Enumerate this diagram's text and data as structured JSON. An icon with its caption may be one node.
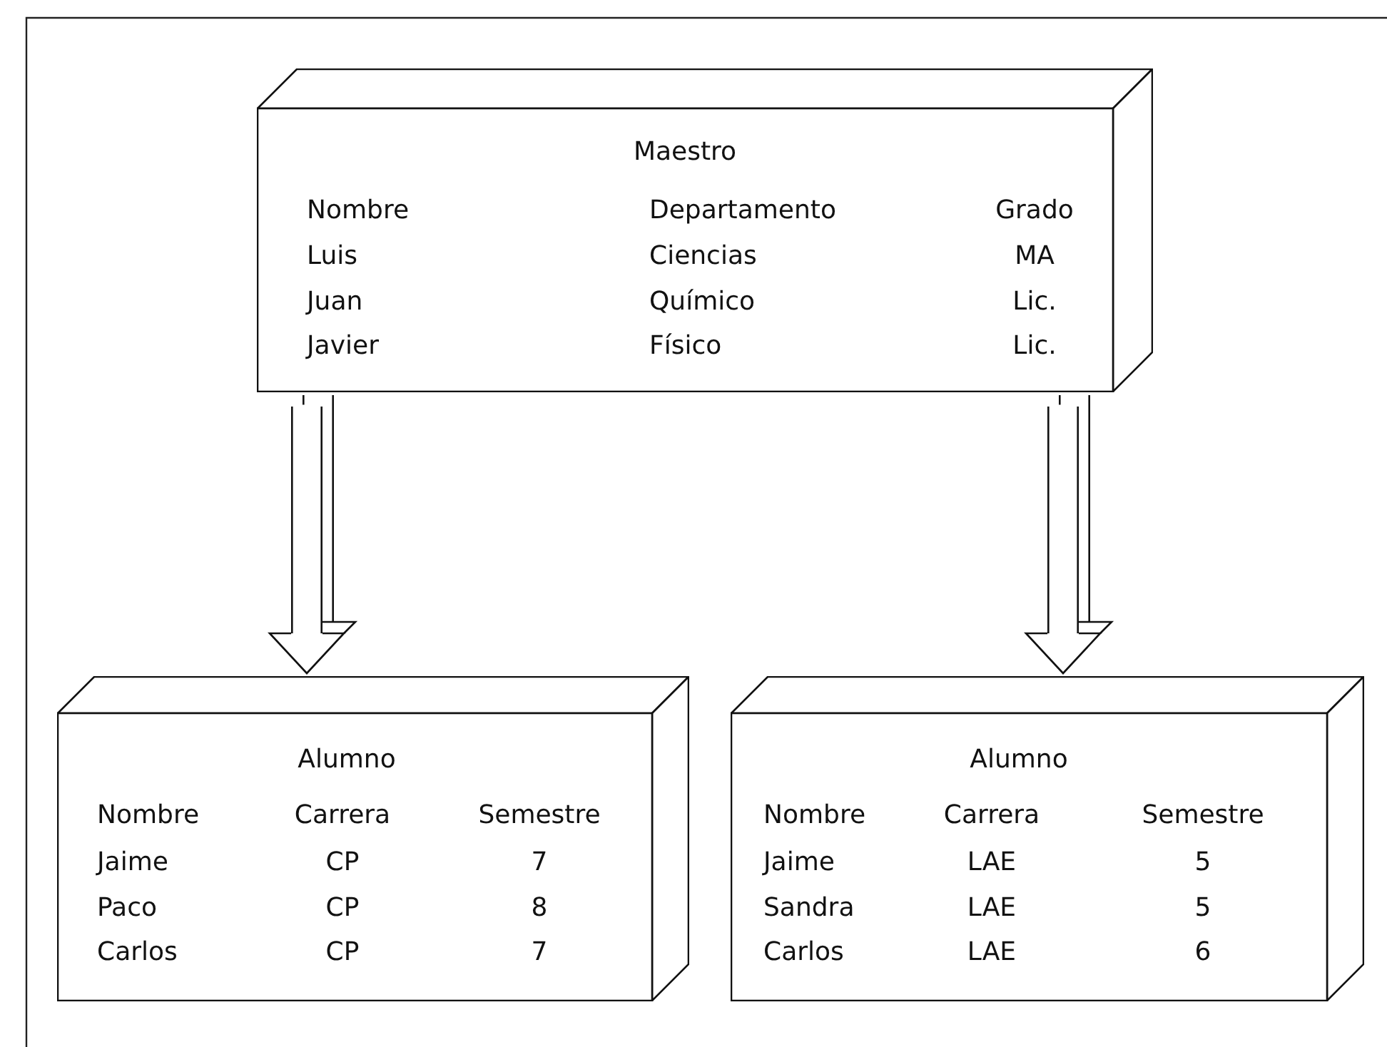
{
  "diagram": {
    "nodes": [
      {
        "text": [
          "Maestro",
          "Nombre",
          "Departamento",
          "Grado",
          "Luis",
          "Ciencias",
          "MA",
          "Juan",
          "Químico",
          "Lic.",
          "Javier",
          "Físico",
          "Lic."
        ]
      },
      {
        "text": [
          "Alumno",
          "Nombre",
          "Carrera",
          "Semestre",
          "Jaime",
          "CP",
          "7",
          "Paco",
          "CP",
          "8",
          "Carlos",
          "CP",
          "7"
        ]
      },
      {
        "text": [
          "Alumno",
          "Nombre",
          "Carrera",
          "Semestre",
          "Jaime",
          "LAE",
          "5",
          "Sandra",
          "LAE",
          "5",
          "Carlos",
          "LAE",
          "6"
        ]
      }
    ],
    "edges": [
      {
        "from": 0,
        "to": 1,
        "arrow": "to"
      },
      {
        "from": 0,
        "to": 2,
        "arrow": "to"
      }
    ]
  }
}
